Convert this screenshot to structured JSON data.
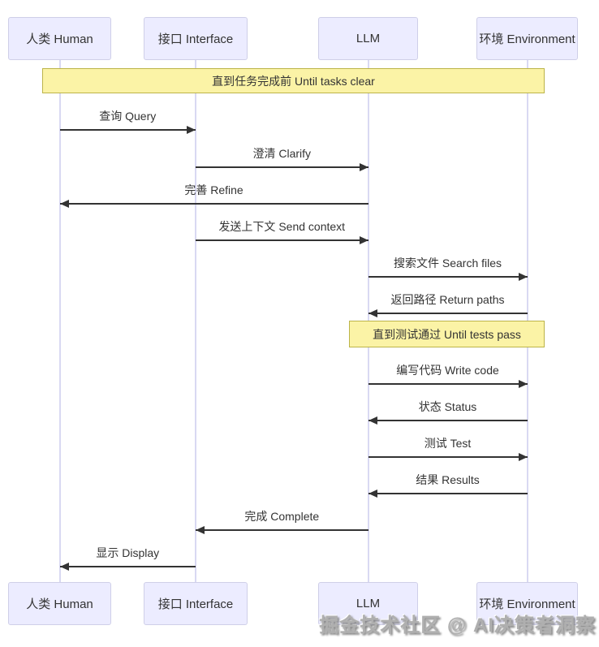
{
  "diagram": {
    "type": "sequence-diagram",
    "actors": [
      {
        "id": "human",
        "label": "人类 Human"
      },
      {
        "id": "interface",
        "label": "接口 Interface"
      },
      {
        "id": "llm",
        "label": "LLM"
      },
      {
        "id": "environment",
        "label": "环境 Environment"
      }
    ],
    "notes": [
      {
        "id": "until-tasks-clear",
        "label": "直到任务完成前 Until tasks clear",
        "over": [
          "human",
          "environment"
        ]
      },
      {
        "id": "until-tests-pass",
        "label": "直到测试通过 Until tests pass",
        "over": [
          "llm",
          "environment"
        ]
      }
    ],
    "messages": [
      {
        "id": "query",
        "label": "查询 Query",
        "from": "human",
        "to": "interface"
      },
      {
        "id": "clarify",
        "label": "澄清 Clarify",
        "from": "interface",
        "to": "llm"
      },
      {
        "id": "refine",
        "label": "完善 Refine",
        "from": "llm",
        "to": "human"
      },
      {
        "id": "send-context",
        "label": "发送上下文 Send context",
        "from": "interface",
        "to": "llm"
      },
      {
        "id": "search-files",
        "label": "搜索文件 Search files",
        "from": "llm",
        "to": "environment"
      },
      {
        "id": "return-paths",
        "label": "返回路径 Return paths",
        "from": "environment",
        "to": "llm"
      },
      {
        "id": "write-code",
        "label": "编写代码 Write code",
        "from": "llm",
        "to": "environment"
      },
      {
        "id": "status",
        "label": "状态 Status",
        "from": "environment",
        "to": "llm"
      },
      {
        "id": "test",
        "label": "测试 Test",
        "from": "llm",
        "to": "environment"
      },
      {
        "id": "results",
        "label": "结果 Results",
        "from": "environment",
        "to": "llm"
      },
      {
        "id": "complete",
        "label": "完成 Complete",
        "from": "llm",
        "to": "interface"
      },
      {
        "id": "display",
        "label": "显示 Display",
        "from": "interface",
        "to": "human"
      }
    ]
  },
  "watermark": "掘金技术社区 @ AI决策者洞察",
  "colors": {
    "actor_fill": "#ECECFF",
    "actor_border": "#CFCFE8",
    "lifeline": "#D9D9F2",
    "note_fill": "#FBF3A6",
    "note_border": "#BCB449",
    "arrow": "#333333",
    "text": "#333333",
    "watermark": "#AFAFAF"
  }
}
